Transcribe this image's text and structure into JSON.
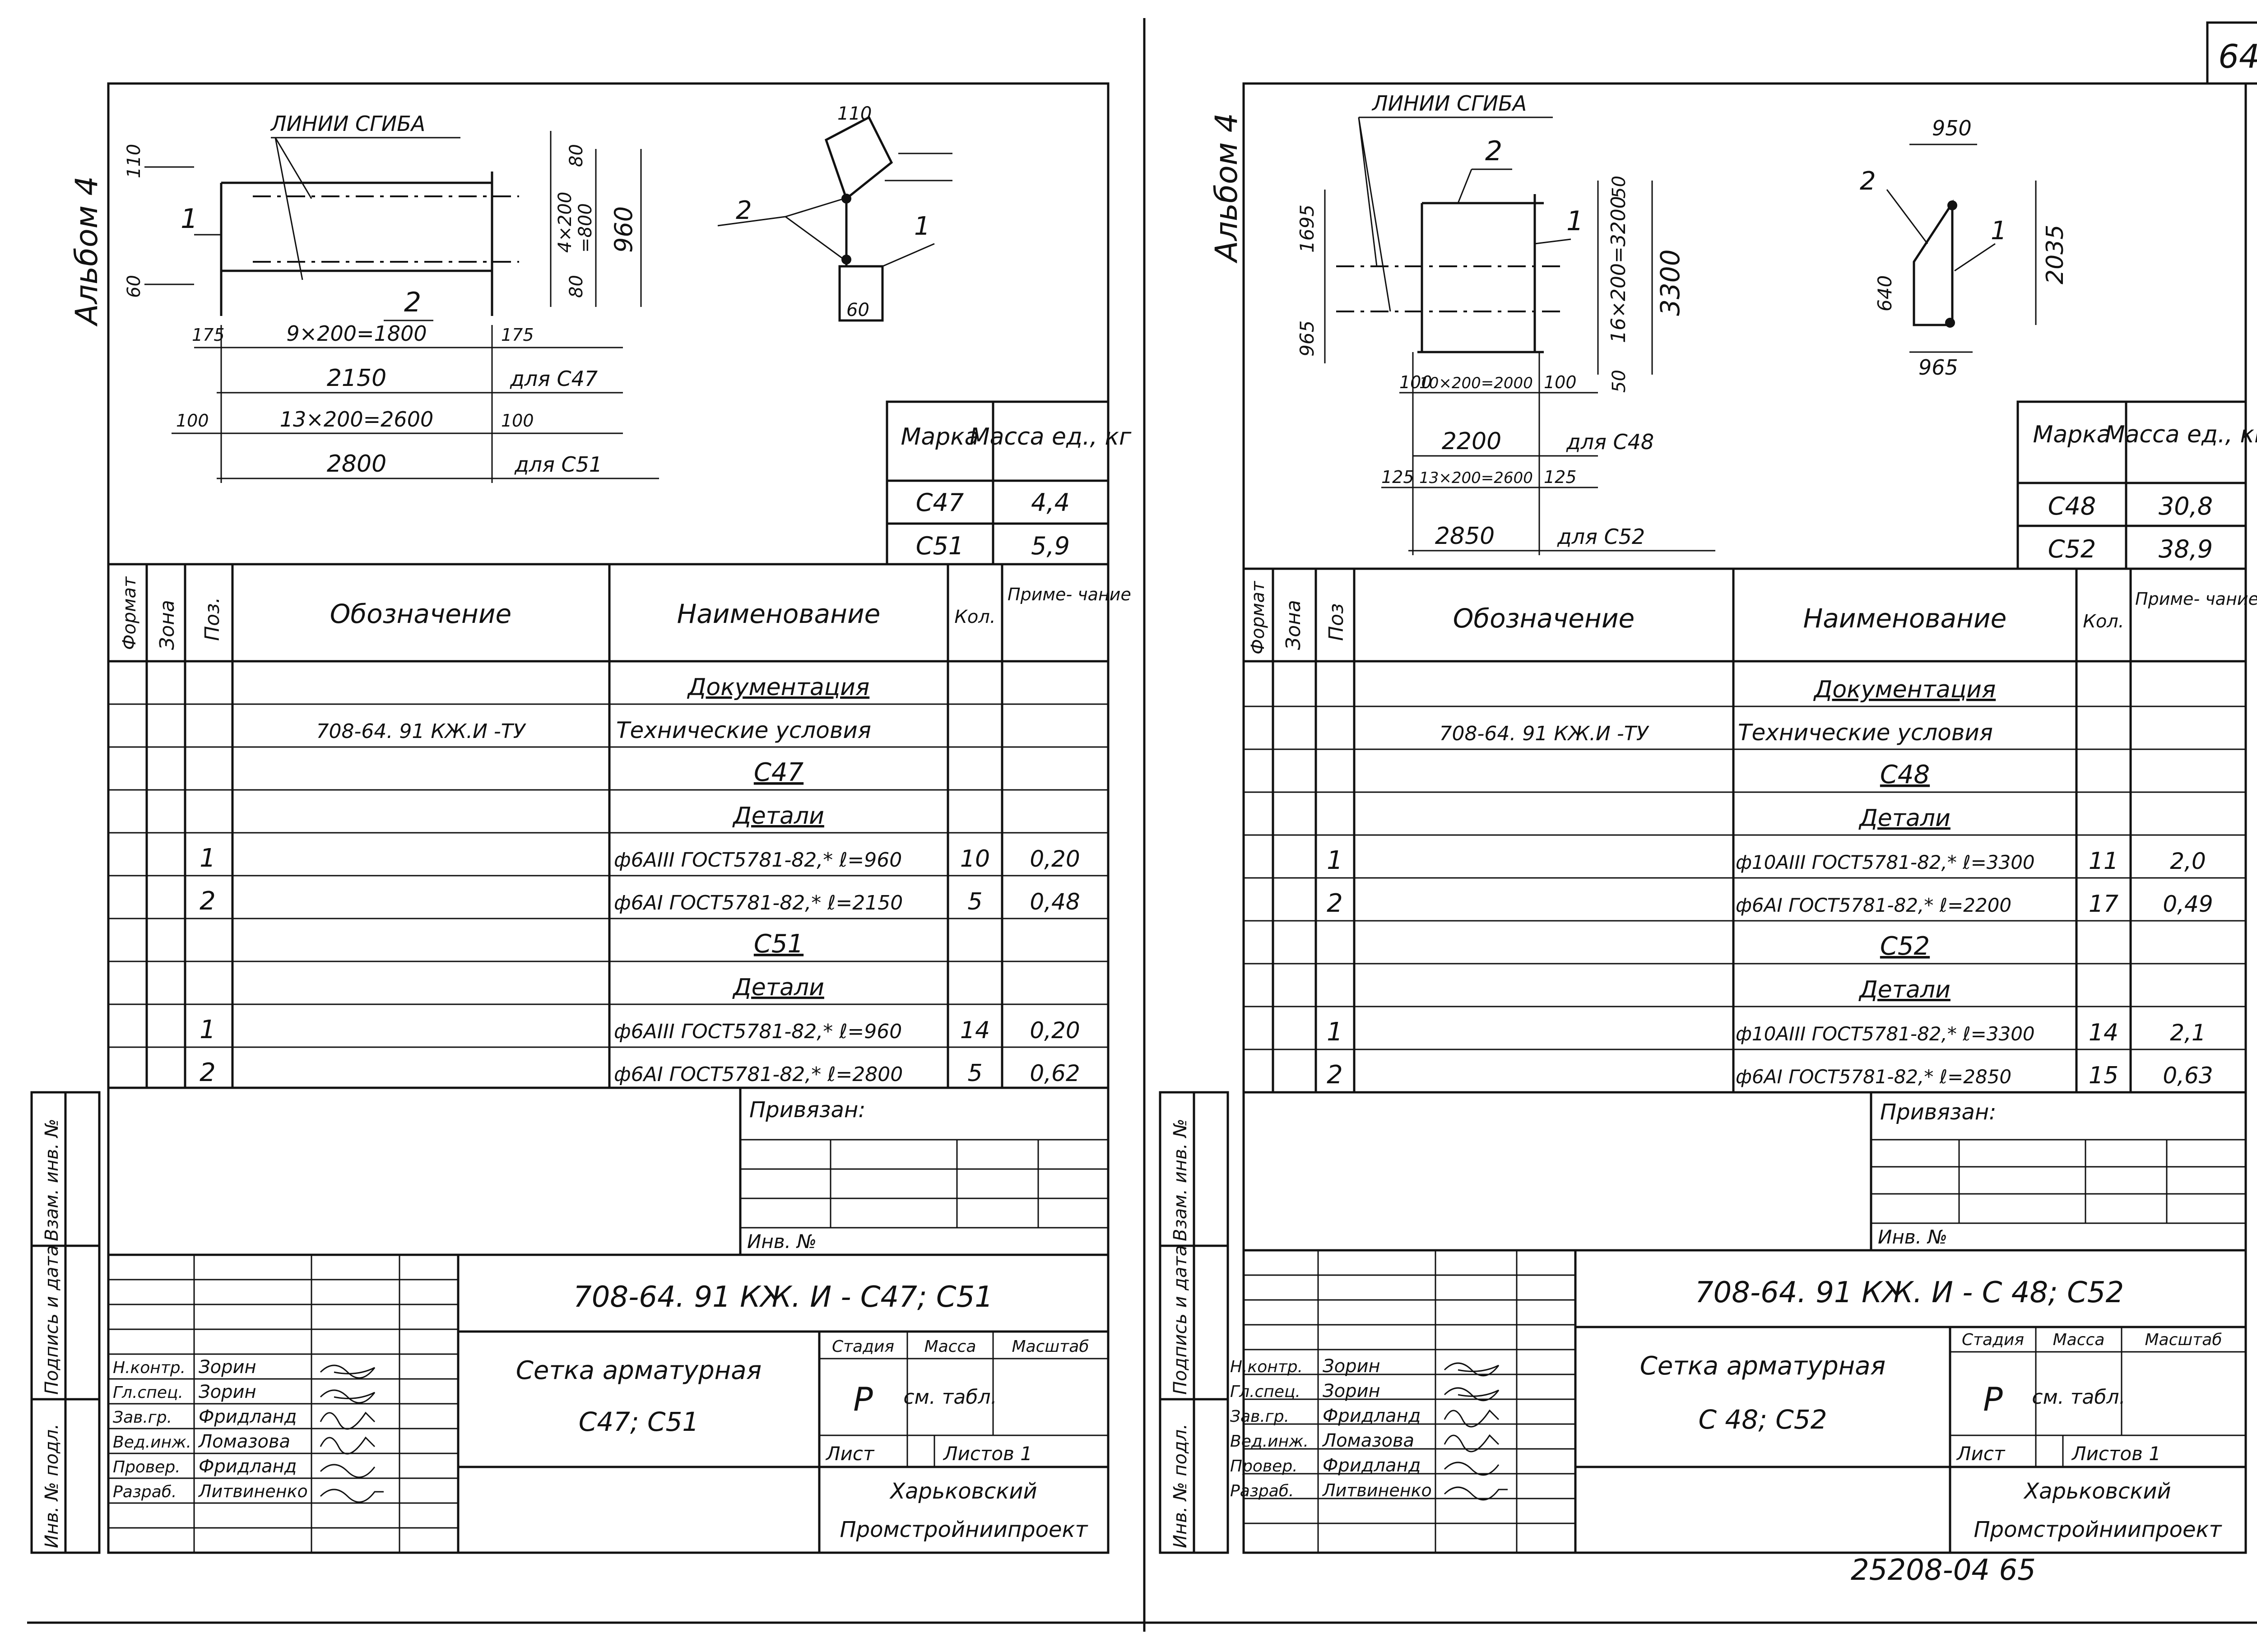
{
  "page_number": "64",
  "archive_number": "25208-04  65",
  "sheets": [
    {
      "album": "Альбом 4",
      "bend_lines_label": "ЛИНИИ СГИБА",
      "dims": {
        "top_110": "110",
        "bot_60": "60",
        "side_175_l": "175",
        "side_175_r": "175",
        "pitch_a": "9×200=1800",
        "len_a": "2150",
        "for_a": "для С47",
        "side_100_l": "100",
        "side_100_r": "100",
        "pitch_b": "13×200=2600",
        "len_b": "2800",
        "for_b": "для С51",
        "right_80_top": "80",
        "right_pitch": "4×200",
        "right_800": "=800",
        "right_80_bot": "80",
        "right_960": "960",
        "pos1": "1",
        "pos2": "2",
        "sect_110": "110",
        "sect_60": "60"
      },
      "mass_table": {
        "h_mark": "Марка",
        "h_mass": "Масса ед., кг",
        "rows": [
          {
            "mark": "С47",
            "mass": "4,4"
          },
          {
            "mark": "С51",
            "mass": "5,9"
          }
        ]
      },
      "spec": {
        "h_format": "Формат",
        "h_zone": "Зона",
        "h_pos": "Поз.",
        "h_designation": "Обозначение",
        "h_name": "Наименование",
        "h_qty": "Кол.",
        "h_note": "Приме- чание",
        "rows": [
          {
            "pos": "",
            "designation": "",
            "name": "Документация",
            "qty": "",
            "note": ""
          },
          {
            "pos": "",
            "designation": "708-64. 91 КЖ.И -ТУ",
            "name": "Технические условия",
            "qty": "",
            "note": ""
          },
          {
            "pos": "",
            "designation": "",
            "name": "С47",
            "qty": "",
            "note": ""
          },
          {
            "pos": "",
            "designation": "",
            "name": "Детали",
            "qty": "",
            "note": ""
          },
          {
            "pos": "1",
            "designation": "",
            "name": "ф6АIII ГОСТ5781-82,* ℓ=960",
            "qty": "10",
            "note": "0,20"
          },
          {
            "pos": "2",
            "designation": "",
            "name": "ф6АI ГОСТ5781-82,* ℓ=2150",
            "qty": "5",
            "note": "0,48"
          },
          {
            "pos": "",
            "designation": "",
            "name": "С51",
            "qty": "",
            "note": ""
          },
          {
            "pos": "",
            "designation": "",
            "name": "Детали",
            "qty": "",
            "note": ""
          },
          {
            "pos": "1",
            "designation": "",
            "name": "ф6АIII ГОСТ5781-82,* ℓ=960",
            "qty": "14",
            "note": "0,20"
          },
          {
            "pos": "2",
            "designation": "",
            "name": "ф6АI ГОСТ5781-82,* ℓ=2800",
            "qty": "5",
            "note": "0,62"
          }
        ]
      },
      "side_stamps": [
        "Инв. № подл.",
        "Подпись и дата",
        "Взам. инв. №"
      ],
      "privyazan": "Привязан:",
      "inv_no": "Инв. №",
      "title": {
        "code": "708-64. 91  КЖ. И - С47; С51",
        "name_line1": "Сетка арматурная",
        "name_line2": "С47; С51",
        "h_stage": "Стадия",
        "h_mass": "Масса",
        "h_scale": "Масштаб",
        "stage": "Р",
        "mass": "см. табл.",
        "sheet": "Лист",
        "sheets": "Листов 1",
        "org1": "Харьковский",
        "org2": "Промстройниипроект",
        "people": [
          {
            "role": "Н.контр.",
            "name": "Зорин"
          },
          {
            "role": "Гл.спец.",
            "name": "Зорин"
          },
          {
            "role": "Зав.гр.",
            "name": "Фридланд"
          },
          {
            "role": "Вед.инж.",
            "name": "Ломазова"
          },
          {
            "role": "Провер.",
            "name": "Фридланд"
          },
          {
            "role": "Разраб.",
            "name": "Литвиненко"
          }
        ]
      }
    },
    {
      "album": "Альбом 4",
      "bend_lines_label": "ЛИНИИ СГИБА",
      "dims": {
        "left_1695": "1695",
        "left_965": "965",
        "side_100_l": "100",
        "side_100_r": "100",
        "pitch_a": "10×200=2000",
        "len_a": "2200",
        "for_a": "для С48",
        "side_125_l": "125",
        "side_125_r": "125",
        "pitch_b": "13×200=2600",
        "len_b": "2850",
        "for_b": "для С52",
        "right_50_top": "50",
        "right_pitch": "16×200=3200",
        "right_50_bot": "50",
        "right_3300": "3300",
        "pos1": "1",
        "pos2": "2",
        "sect_950": "950",
        "sect_2035": "2035",
        "sect_640": "640",
        "sect_965": "965"
      },
      "mass_table": {
        "h_mark": "Марка",
        "h_mass": "Масса ед., кг",
        "rows": [
          {
            "mark": "С48",
            "mass": "30,8"
          },
          {
            "mark": "С52",
            "mass": "38,9"
          }
        ]
      },
      "spec": {
        "h_format": "Формат",
        "h_zone": "Зона",
        "h_pos": "Поз",
        "h_designation": "Обозначение",
        "h_name": "Наименование",
        "h_qty": "Кол.",
        "h_note": "Приме- чание",
        "rows": [
          {
            "pos": "",
            "designation": "",
            "name": "Документация",
            "qty": "",
            "note": ""
          },
          {
            "pos": "",
            "designation": "708-64. 91 КЖ.И -ТУ",
            "name": "Технические условия",
            "qty": "",
            "note": ""
          },
          {
            "pos": "",
            "designation": "",
            "name": "С48",
            "qty": "",
            "note": ""
          },
          {
            "pos": "",
            "designation": "",
            "name": "Детали",
            "qty": "",
            "note": ""
          },
          {
            "pos": "1",
            "designation": "",
            "name": "ф10АIII ГОСТ5781-82,* ℓ=3300",
            "qty": "11",
            "note": "2,0"
          },
          {
            "pos": "2",
            "designation": "",
            "name": "ф6АI ГОСТ5781-82,* ℓ=2200",
            "qty": "17",
            "note": "0,49"
          },
          {
            "pos": "",
            "designation": "",
            "name": "С52",
            "qty": "",
            "note": ""
          },
          {
            "pos": "",
            "designation": "",
            "name": "Детали",
            "qty": "",
            "note": ""
          },
          {
            "pos": "1",
            "designation": "",
            "name": "ф10АIII ГОСТ5781-82,* ℓ=3300",
            "qty": "14",
            "note": "2,1"
          },
          {
            "pos": "2",
            "designation": "",
            "name": "ф6АI ГОСТ5781-82,* ℓ=2850",
            "qty": "15",
            "note": "0,63"
          }
        ]
      },
      "side_stamps": [
        "Инв. № подл.",
        "Подпись и дата",
        "Взам. инв. №"
      ],
      "privyazan": "Привязан:",
      "inv_no": "Инв. №",
      "title": {
        "code": "708-64. 91  КЖ. И - С 48; С52",
        "name_line1": "Сетка арматурная",
        "name_line2": "С 48; С52",
        "h_stage": "Стадия",
        "h_mass": "Масса",
        "h_scale": "Масштаб",
        "stage": "Р",
        "mass": "см. табл.",
        "sheet": "Лист",
        "sheets": "Листов 1",
        "org1": "Харьковский",
        "org2": "Промстройниипроект",
        "people": [
          {
            "role": "Н.контр.",
            "name": "Зорин"
          },
          {
            "role": "Гл.спец.",
            "name": "Зорин"
          },
          {
            "role": "Зав.гр.",
            "name": "Фридланд"
          },
          {
            "role": "Вед.инж.",
            "name": "Ломазова"
          },
          {
            "role": "Провер.",
            "name": "Фридланд"
          },
          {
            "role": "Разраб.",
            "name": "Литвиненко"
          }
        ]
      }
    }
  ]
}
